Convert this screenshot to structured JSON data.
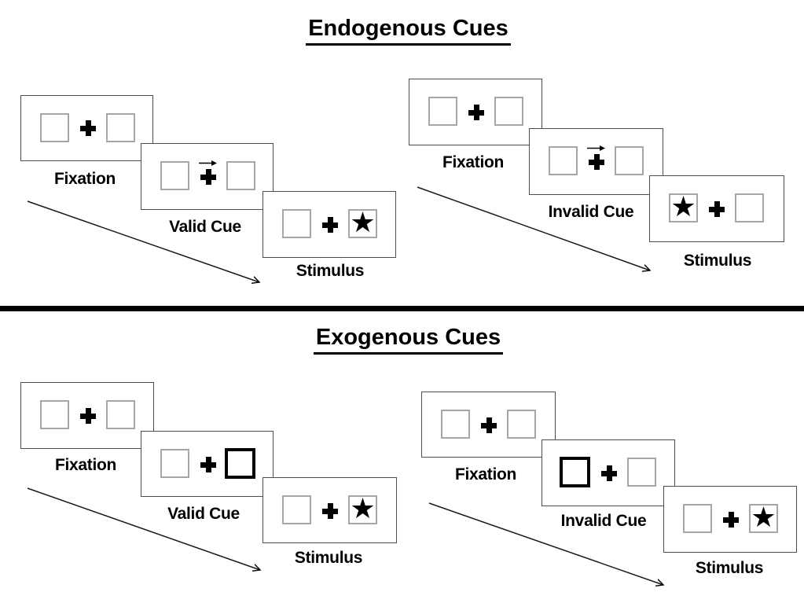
{
  "colors": {
    "background": "#ffffff",
    "panel_border": "#4d4d4d",
    "placeholder_square_border": "#a6a6a6",
    "cue_highlight_border": "#000000",
    "ink": "#000000"
  },
  "icons": {
    "star": "★",
    "fixation_cross": "heavy-plus-cross",
    "cue_arrow": "right-arrow"
  },
  "sections": [
    {
      "id": "endogenous",
      "title": "Endogenous Cues",
      "cue_style": "central-arrow",
      "sequences": [
        {
          "id": "valid",
          "cue_direction": "right",
          "target_side": "right",
          "panels": [
            {
              "label": "Fixation"
            },
            {
              "label": "Valid Cue"
            },
            {
              "label": "Stimulus"
            }
          ]
        },
        {
          "id": "invalid",
          "cue_direction": "right",
          "target_side": "left",
          "panels": [
            {
              "label": "Fixation"
            },
            {
              "label": "Invalid Cue"
            },
            {
              "label": "Stimulus"
            }
          ]
        }
      ]
    },
    {
      "id": "exogenous",
      "title": "Exogenous Cues",
      "cue_style": "peripheral-highlighted-box",
      "sequences": [
        {
          "id": "valid",
          "cue_side": "right",
          "target_side": "right",
          "panels": [
            {
              "label": "Fixation"
            },
            {
              "label": "Valid Cue"
            },
            {
              "label": "Stimulus"
            }
          ]
        },
        {
          "id": "invalid",
          "cue_side": "left",
          "target_side": "right",
          "panels": [
            {
              "label": "Fixation"
            },
            {
              "label": "Invalid Cue"
            },
            {
              "label": "Stimulus"
            }
          ]
        }
      ]
    }
  ]
}
